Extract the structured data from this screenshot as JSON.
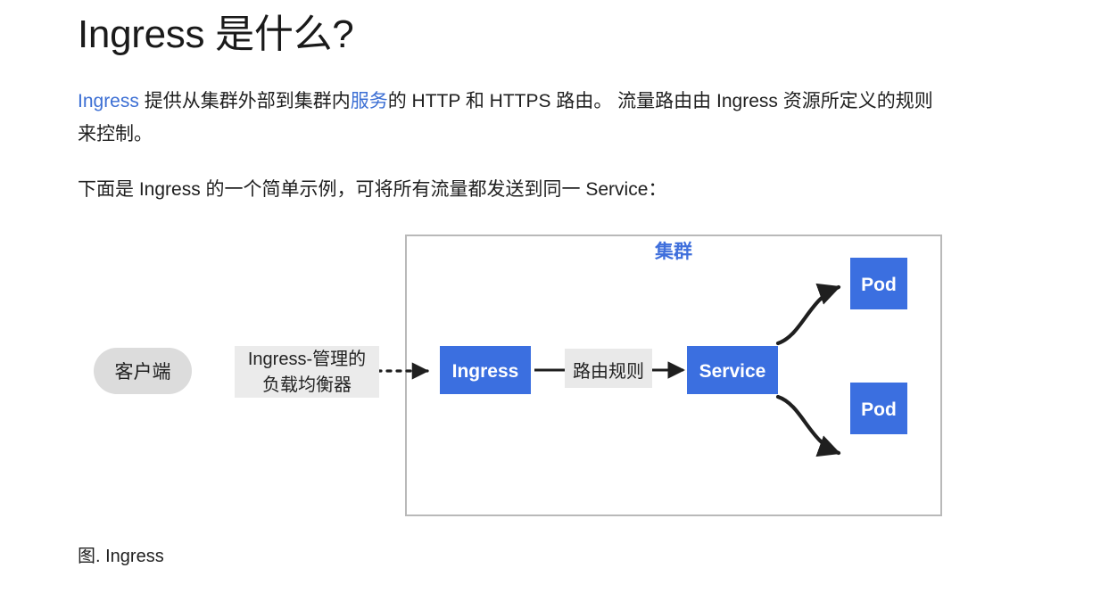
{
  "page": {
    "title": "Ingress 是什么?",
    "paragraphs": [
      {
        "segments": [
          {
            "text": "Ingress",
            "link": true
          },
          {
            "text": " 提供从集群外部到集群内",
            "link": false
          },
          {
            "text": "服务",
            "link": true
          },
          {
            "text": "的 HTTP 和 HTTPS 路由。 流量路由由 Ingress 资源所定义的规则来控制。",
            "link": false
          }
        ]
      },
      {
        "text": "下面是 Ingress 的一个简单示例，可将所有流量都发送到同一 Service："
      }
    ],
    "figure_caption": "图. Ingress"
  },
  "diagram": {
    "cluster_title": "集群",
    "client_label": "客户端",
    "external_edge_label_line1": "Ingress-管理的",
    "external_edge_label_line2": "负载均衡器",
    "routing_edge_label": "路由规则",
    "nodes": {
      "ingress": "Ingress",
      "service": "Service",
      "pod_top": "Pod",
      "pod_bottom": "Pod"
    },
    "colors": {
      "node_blue": "#3b6fe0",
      "cluster_border": "#b9b9b9",
      "client_pill": "#dcdcdc",
      "label_bg": "#ebebeb",
      "arrow": "#1f1f1f",
      "link_blue": "#3c6fd4"
    }
  }
}
